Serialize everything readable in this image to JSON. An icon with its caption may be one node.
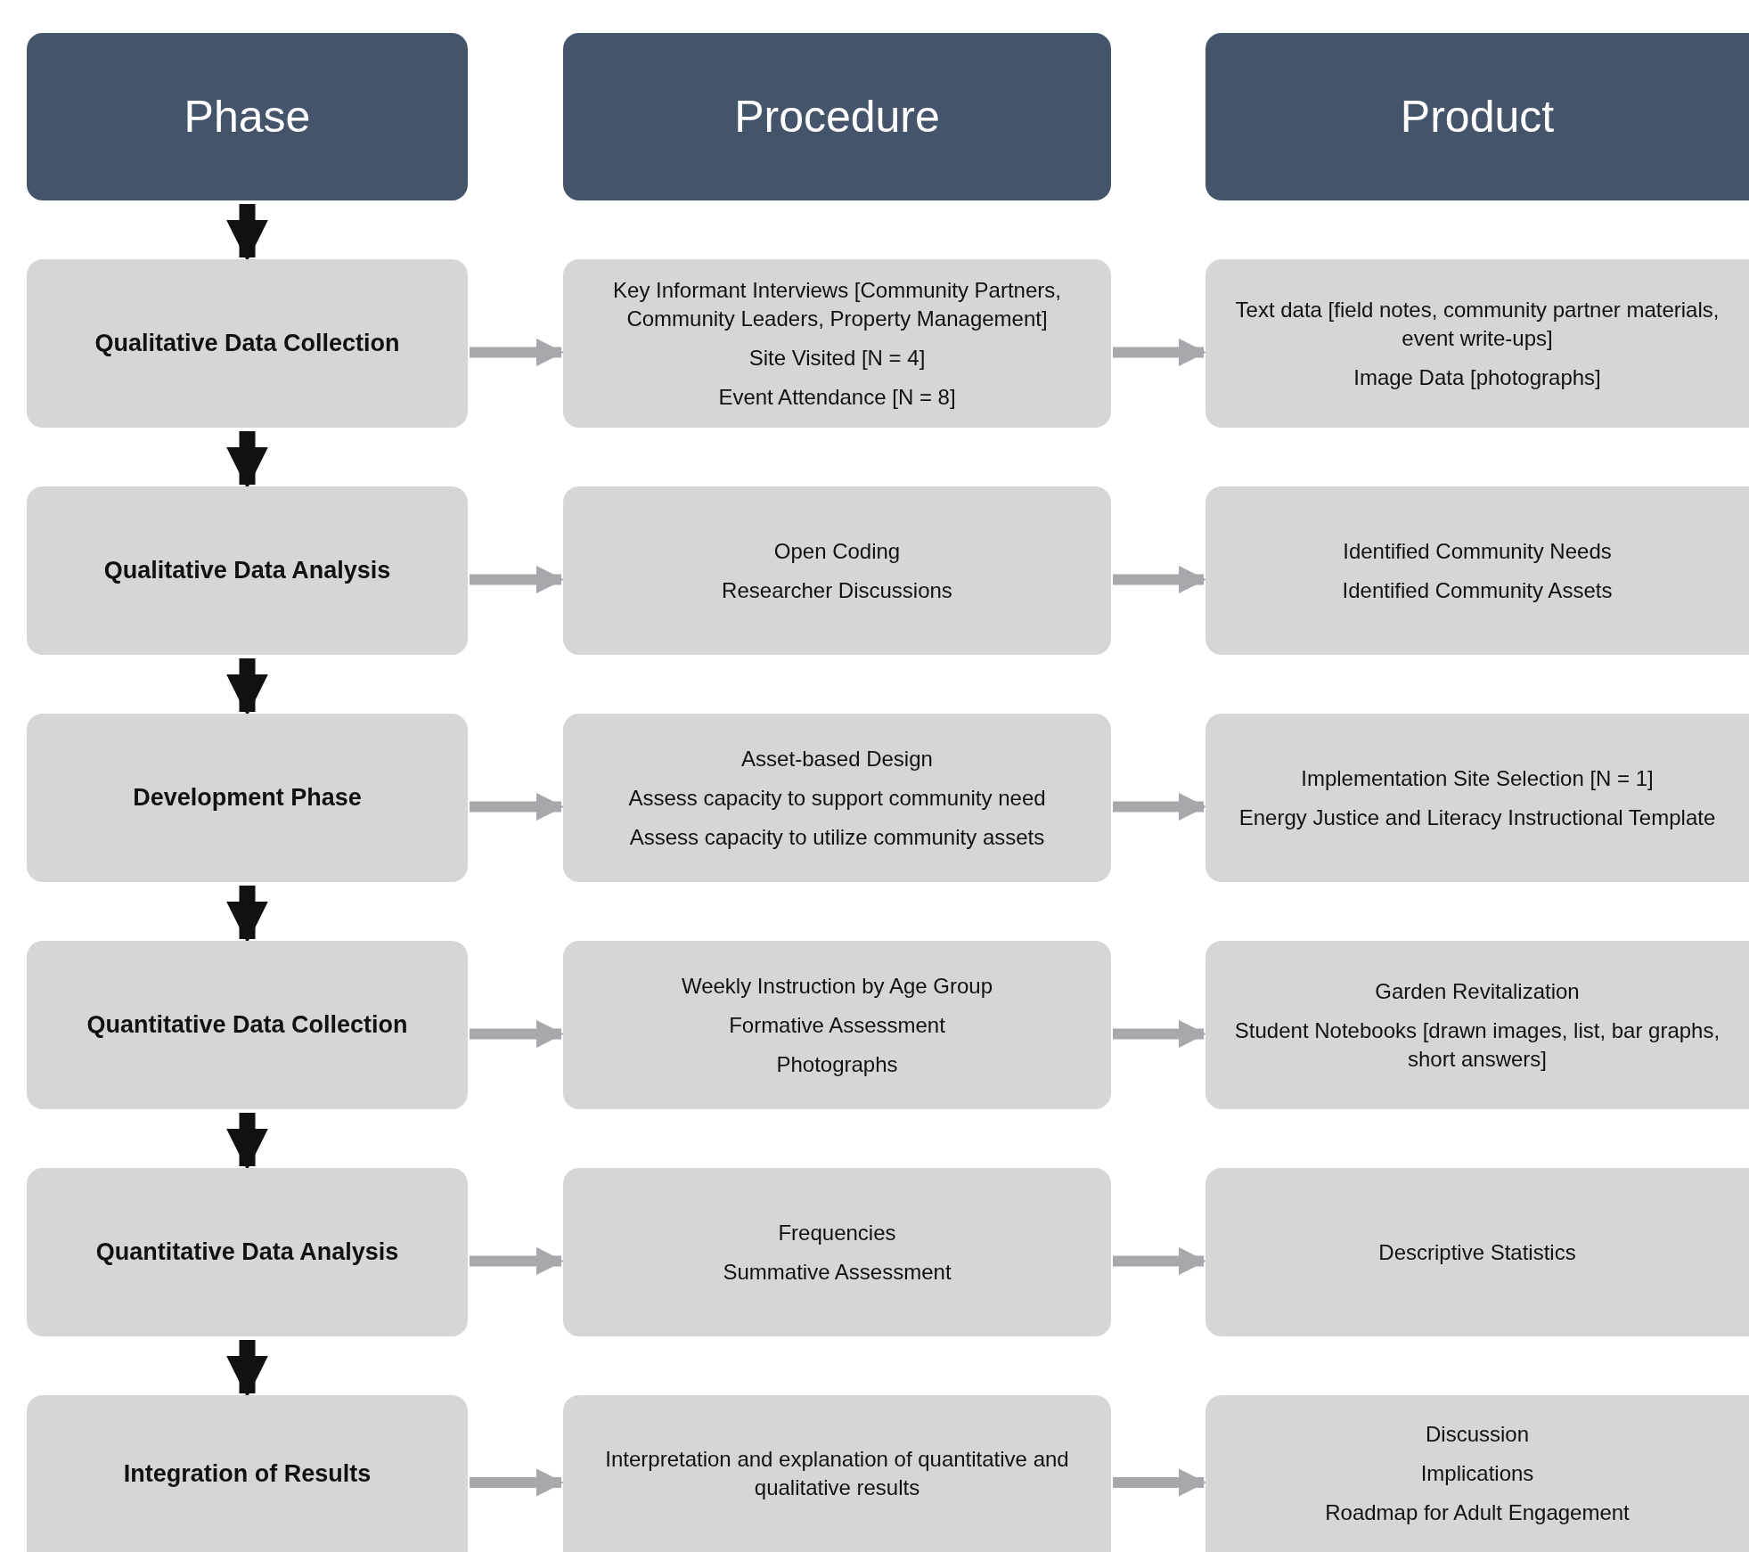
{
  "diagram": {
    "nodes": [
      {
        "text": [
          "Phase"
        ]
      },
      {
        "text": [
          "Procedure"
        ]
      },
      {
        "text": [
          "Product"
        ]
      },
      {
        "text": [
          "Qualitative Data Collection"
        ]
      },
      {
        "text": [
          "Key Informant Interviews [Community Partners, Community Leaders, Property Management]",
          "Site Visited [N = 4]",
          "Event Attendance [N = 8]"
        ]
      },
      {
        "text": [
          "Text data [field notes, community partner materials, event write-ups]",
          "Image Data [photographs]"
        ]
      },
      {
        "text": [
          "Qualitative Data Analysis"
        ]
      },
      {
        "text": [
          "Open Coding",
          "Researcher Discussions"
        ]
      },
      {
        "text": [
          "Identified Community Needs",
          "Identified Community Assets"
        ]
      },
      {
        "text": [
          "Development Phase"
        ]
      },
      {
        "text": [
          "Asset-based Design",
          "Assess capacity to support community need",
          "Assess capacity to utilize community assets"
        ]
      },
      {
        "text": [
          "Implementation Site Selection [N = 1]",
          "Energy Justice and Literacy Instructional Template"
        ]
      },
      {
        "text": [
          "Quantitative Data Collection"
        ]
      },
      {
        "text": [
          "Weekly Instruction by Age Group",
          "Formative Assessment",
          "Photographs"
        ]
      },
      {
        "text": [
          "Garden Revitalization",
          "Student Notebooks [drawn images, list, bar graphs, short answers]"
        ]
      },
      {
        "text": [
          "Quantitative Data Analysis"
        ]
      },
      {
        "text": [
          "Frequencies",
          "Summative Assessment"
        ]
      },
      {
        "text": [
          "Descriptive Statistics"
        ]
      },
      {
        "text": [
          "Integration of Results"
        ]
      },
      {
        "text": [
          "Interpretation and explanation of quantitative and qualitative results"
        ]
      },
      {
        "text": [
          "Discussion",
          "Implications",
          "Roadmap for Adult Engagement"
        ]
      }
    ],
    "edges": [
      {
        "from": 0,
        "to": 3,
        "arrow": "to",
        "color": "#111111"
      },
      {
        "from": 3,
        "to": 4,
        "arrow": "to"
      },
      {
        "from": 4,
        "to": 5,
        "arrow": "to"
      },
      {
        "from": 3,
        "to": 6,
        "arrow": "to",
        "color": "#111111"
      },
      {
        "from": 6,
        "to": 7,
        "arrow": "to"
      },
      {
        "from": 7,
        "to": 8,
        "arrow": "to"
      },
      {
        "from": 6,
        "to": 9,
        "arrow": "to",
        "color": "#111111"
      },
      {
        "from": 9,
        "to": 10,
        "arrow": "to"
      },
      {
        "from": 10,
        "to": 11,
        "arrow": "to"
      },
      {
        "from": 9,
        "to": 12,
        "arrow": "to",
        "color": "#111111"
      },
      {
        "from": 12,
        "to": 13,
        "arrow": "to"
      },
      {
        "from": 13,
        "to": 14,
        "arrow": "to"
      },
      {
        "from": 12,
        "to": 15,
        "arrow": "to",
        "color": "#111111"
      },
      {
        "from": 15,
        "to": 16,
        "arrow": "to"
      },
      {
        "from": 16,
        "to": 17,
        "arrow": "to"
      },
      {
        "from": 15,
        "to": 18,
        "arrow": "to",
        "color": "#111111"
      },
      {
        "from": 18,
        "to": 19,
        "arrow": "to"
      },
      {
        "from": 19,
        "to": 20,
        "arrow": "to"
      }
    ]
  }
}
